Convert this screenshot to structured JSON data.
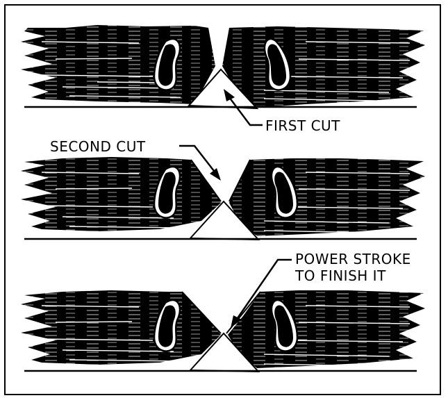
{
  "labels": {
    "first_cut": "FIRST CUT",
    "second_cut": "SECOND CUT",
    "power_stroke_line1": "POWER STROKE",
    "power_stroke_line2": "TO FINISH IT"
  },
  "colors": {
    "ink": "#000000",
    "paper": "#ffffff"
  }
}
